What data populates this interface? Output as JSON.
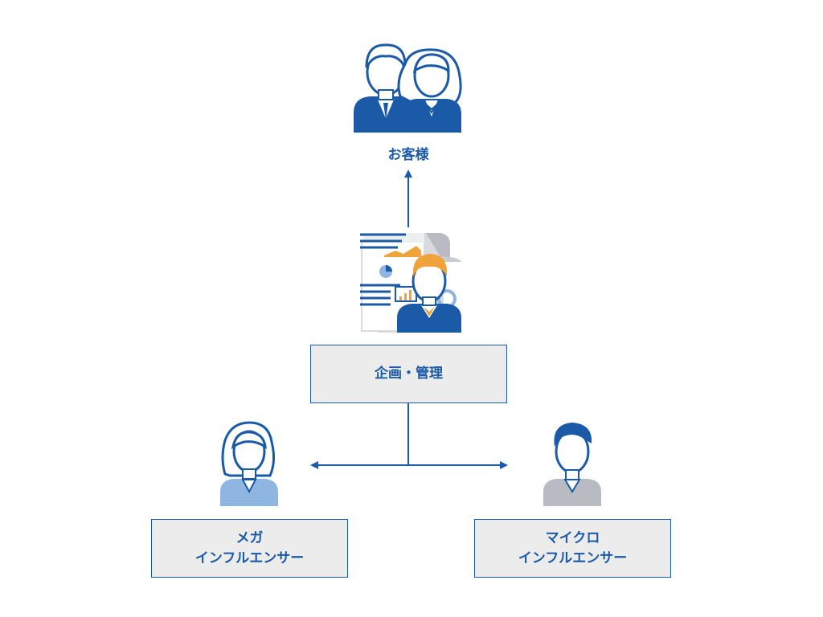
{
  "nodes": {
    "customers": {
      "label": "お客様"
    },
    "planning": {
      "label": "企画・管理"
    },
    "mega": {
      "line1": "メガ",
      "line2": "インフルエンサー"
    },
    "micro": {
      "line1": "マイクロ",
      "line2": "インフルエンサー"
    }
  },
  "colors": {
    "primary_blue": "#1b5aa6",
    "light_blue": "#8fb6e1",
    "gray": "#b8bcc2",
    "orange": "#f0a33a",
    "box_fill": "#ececec"
  },
  "icons": {
    "customers": "customer-pair-icon",
    "planner": "planner-with-documents-icon",
    "mega": "female-influencer-icon",
    "micro": "male-influencer-icon"
  }
}
